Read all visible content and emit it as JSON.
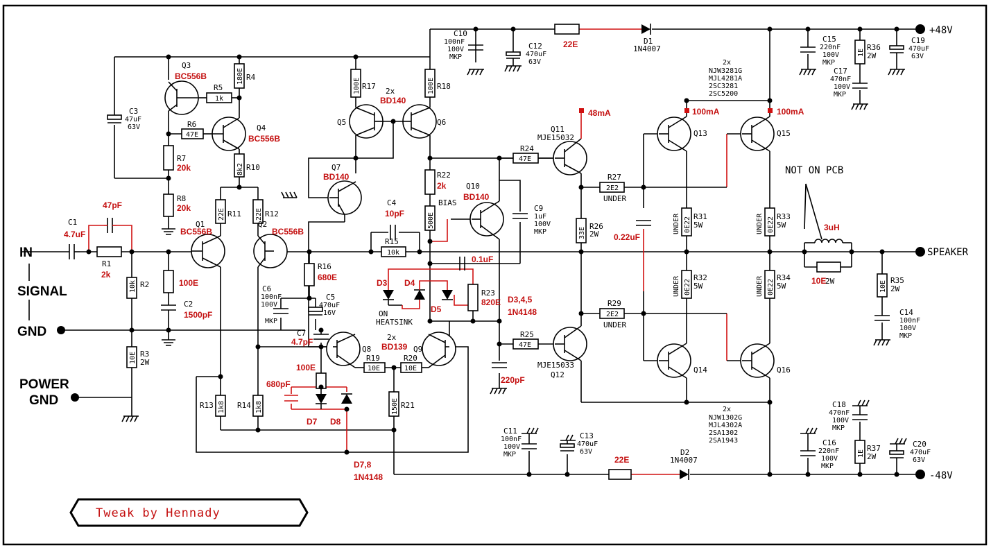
{
  "labels": {
    "in": "IN",
    "signal": "SIGNAL",
    "gnd": "GND",
    "power_gnd_1": "POWER",
    "power_gnd_2": "GND",
    "plus48": "+48V",
    "minus48": "-48V",
    "speaker": "SPEAKER",
    "not_on_pcb": "NOT ON PCB",
    "tweak": "Tweak by Hennady",
    "under": "UNDER",
    "bias": "BIAS",
    "on_heatsink_1": "ON",
    "on_heatsink_2": "HEATSINK",
    "out_npn": [
      "2x",
      "NJW3281G",
      "MJL4281A",
      "2SC3281",
      "2SC5200"
    ],
    "out_pnp": [
      "2x",
      "NJW1302G",
      "MJL4302A",
      "2SA1302",
      "2SA1943"
    ]
  },
  "currents": {
    "q11": "48mA",
    "q13": "100mA",
    "q15": "100mA"
  },
  "transistors": {
    "q1": {
      "ref": "Q1",
      "part": "BC556B"
    },
    "q2": {
      "ref": "Q2",
      "part": "BC556B"
    },
    "q3": {
      "ref": "Q3",
      "part": "BC556B"
    },
    "q4": {
      "ref": "Q4",
      "part": "BC556B"
    },
    "q56": {
      "ref5": "Q5",
      "ref6": "Q6",
      "count": "2x",
      "part": "BD140"
    },
    "q7": {
      "ref": "Q7",
      "part": "BD140"
    },
    "q8": {
      "ref": "Q8",
      "count": "2x",
      "part": "BD139"
    },
    "q9": {
      "ref": "Q9"
    },
    "q10": {
      "ref": "Q10",
      "part": "BD140"
    },
    "q11": {
      "ref": "Q11",
      "part": "MJE15032"
    },
    "q12": {
      "ref": "Q12",
      "part": "MJE15033"
    },
    "q13": {
      "ref": "Q13"
    },
    "q14": {
      "ref": "Q14"
    },
    "q15": {
      "ref": "Q15"
    },
    "q16": {
      "ref": "Q16"
    }
  },
  "resistors": {
    "r1": {
      "ref": "R1",
      "val": "2k"
    },
    "r2": {
      "ref": "R2",
      "val": "10k"
    },
    "r3": {
      "ref": "R3",
      "val": "10E",
      "extra": "2W"
    },
    "r4": {
      "ref": "R4",
      "val": "180E"
    },
    "r5": {
      "ref": "R5",
      "val": "1k"
    },
    "r6": {
      "ref": "R6",
      "val": "47E"
    },
    "r7": {
      "ref": "R7",
      "val": "20k"
    },
    "r8": {
      "ref": "R8",
      "val": "20k"
    },
    "r10": {
      "ref": "R10",
      "val": "8k2"
    },
    "r11": {
      "ref": "R11",
      "val": "22E"
    },
    "r12": {
      "ref": "R12",
      "val": "22E"
    },
    "r13": {
      "ref": "R13",
      "val": "1k8"
    },
    "r14": {
      "ref": "R14",
      "val": "1k8"
    },
    "r15": {
      "ref": "R15",
      "val": "10k"
    },
    "r16": {
      "ref": "R16",
      "val": "680E"
    },
    "r17": {
      "ref": "R17",
      "val": "100E"
    },
    "r18": {
      "ref": "R18",
      "val": "100E"
    },
    "r19": {
      "ref": "R19",
      "val": "10E"
    },
    "r20": {
      "ref": "R20",
      "val": "10E"
    },
    "r21": {
      "ref": "R21",
      "val": "150E"
    },
    "r22": {
      "ref": "R22",
      "val": "2k"
    },
    "r22pot": "500E",
    "r23": {
      "ref": "R23",
      "val": "820E"
    },
    "r24": {
      "ref": "R24",
      "val": "47E"
    },
    "r25": {
      "ref": "R25",
      "val": "47E"
    },
    "r26": {
      "ref": "R26",
      "val": "33E",
      "extra": "2W"
    },
    "r27": {
      "ref": "R27",
      "val": "2E2"
    },
    "r29": {
      "ref": "R29",
      "val": "2E2"
    },
    "r31": {
      "ref": "R31",
      "val": "0E22",
      "extra": "5W"
    },
    "r32": {
      "ref": "R32",
      "val": "0E22",
      "extra": "5W"
    },
    "r33": {
      "ref": "R33",
      "val": "0E22",
      "extra": "5W"
    },
    "r34": {
      "ref": "R34",
      "val": "0E22",
      "extra": "5W"
    },
    "r35": {
      "ref": "R35",
      "val": "10E",
      "extra": "2W"
    },
    "r36": {
      "ref": "R36",
      "val": "1E",
      "extra": "2W"
    },
    "r37": {
      "ref": "R37",
      "val": "1E",
      "extra": "2W"
    },
    "r_top": "22E",
    "r_bot": "22E",
    "r_zobel_out": {
      "val": "10E",
      "extra": "2W"
    },
    "r100": "100E",
    "r_r2_val": "100E"
  },
  "capacitors": {
    "c1": {
      "ref": "C1",
      "val": "4.7uF"
    },
    "c1b": "47pF",
    "c2": {
      "ref": "C2",
      "val": "1500pF"
    },
    "c3": {
      "ref": "C3",
      "val": "47uF",
      "v": "63V"
    },
    "c4": {
      "ref": "C4",
      "val": "10pF"
    },
    "c5": {
      "ref": "C5",
      "val": "470uF",
      "v": "16V"
    },
    "c6": {
      "ref": "C6",
      "val": "100nF",
      "v": "100V",
      "t": "MKP"
    },
    "c7": {
      "ref": "C7",
      "val": "4.7pF"
    },
    "c8": "680pF",
    "c9": {
      "ref": "C9",
      "val": "1uF",
      "v": "100V",
      "t": "MKP"
    },
    "c01": "0.1uF",
    "c10": {
      "ref": "C10",
      "val": "100nF",
      "v": "100V",
      "t": "MKP"
    },
    "c11": {
      "ref": "C11",
      "val": "100nF",
      "v": "100V",
      "t": "MKP"
    },
    "c12": {
      "ref": "C12",
      "val": "470uF",
      "v": "63V"
    },
    "c13": {
      "ref": "C13",
      "val": "470uF",
      "v": "63V"
    },
    "c14": {
      "ref": "C14",
      "val": "100nF",
      "v": "100V",
      "t": "MKP"
    },
    "c15": {
      "ref": "C15",
      "val": "220nF",
      "v": "100V",
      "t": "MKP"
    },
    "c16": {
      "ref": "C16",
      "val": "220nF",
      "v": "100V",
      "t": "MKP"
    },
    "c17": {
      "ref": "C17",
      "val": "470nF",
      "v": "100V",
      "t": "MKP"
    },
    "c18": {
      "ref": "C18",
      "val": "470nF",
      "v": "100V",
      "t": "MKP"
    },
    "c19": {
      "ref": "C19",
      "val": "470uF",
      "v": "63V"
    },
    "c20": {
      "ref": "C20",
      "val": "470uF",
      "v": "63V"
    },
    "c022": "0.22uF",
    "c220": "220pF"
  },
  "diodes": {
    "d1": {
      "ref": "D1",
      "part": "1N4007"
    },
    "d2": {
      "ref": "D2",
      "part": "1N4007"
    },
    "d3": "D3",
    "d4": "D4",
    "d5": "D5",
    "d345": "D3,4,5",
    "d345p": "1N4148",
    "d7": "D7",
    "d8": "D8",
    "d78": "D7,8",
    "d78p": "1N4148"
  },
  "inductor": "3uH"
}
